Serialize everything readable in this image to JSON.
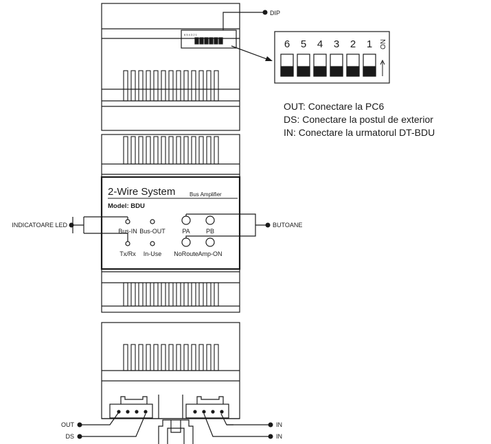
{
  "callouts": {
    "dip": "DIP",
    "leds": "INDICATOARE LED",
    "buttons": "BUTOANE",
    "out": "OUT",
    "ds": "DS",
    "in_1": "IN",
    "in_2": "IN"
  },
  "dip_switch": {
    "numbers": [
      "6",
      "5",
      "4",
      "3",
      "2",
      "1"
    ],
    "on_label": "ON",
    "small_numbers": "6 5 4 3 2 1"
  },
  "panel": {
    "title": "2-Wire System",
    "subtitle": "Bus Amplifier",
    "model": "Model: BDU",
    "leds": [
      "Bus-IN",
      "Bus-OUT",
      "Tx/Rx",
      "In-Use"
    ],
    "buttons": [
      "PA",
      "PB",
      "NoRoute",
      "Amp-ON"
    ]
  },
  "legend": [
    "OUT: Conectare la PC6",
    "DS: Conectare la postul de exterior",
    "IN: Conectare la urmatorul DT-BDU"
  ]
}
